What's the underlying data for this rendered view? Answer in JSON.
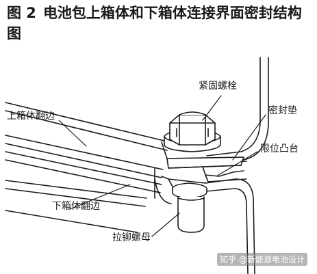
{
  "figure": {
    "number": "图 2",
    "title": "电池包上箱体和下箱体连接界面密封结构图"
  },
  "labels": {
    "bolt": "紧固螺栓",
    "upper_flange": "上箱体翻边",
    "seal_gasket": "密封垫",
    "limit_boss": "限位凸台",
    "lower_flange": "下箱体翻边",
    "rivet_nut": "拉铆螺母"
  },
  "watermark": "知乎 @新能源电池设计"
}
